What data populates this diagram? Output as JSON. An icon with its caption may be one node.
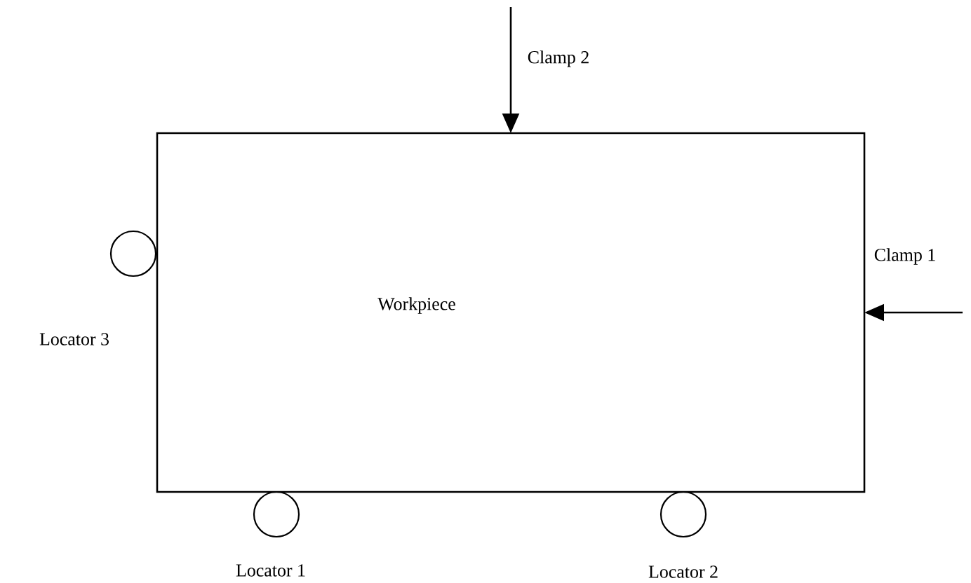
{
  "diagram": {
    "nodes": [
      {
        "text": [
          "Workpiece"
        ]
      },
      {
        "text": [],
        "shape": "circle",
        "beside": [
          "Locator 3"
        ]
      },
      {
        "text": [],
        "shape": "circle",
        "beside": [
          "Locator 1"
        ]
      },
      {
        "text": [],
        "shape": "circle",
        "beside": [
          "Locator 2"
        ]
      }
    ],
    "labels": [
      "Clamp 2",
      "Clamp 1"
    ]
  }
}
